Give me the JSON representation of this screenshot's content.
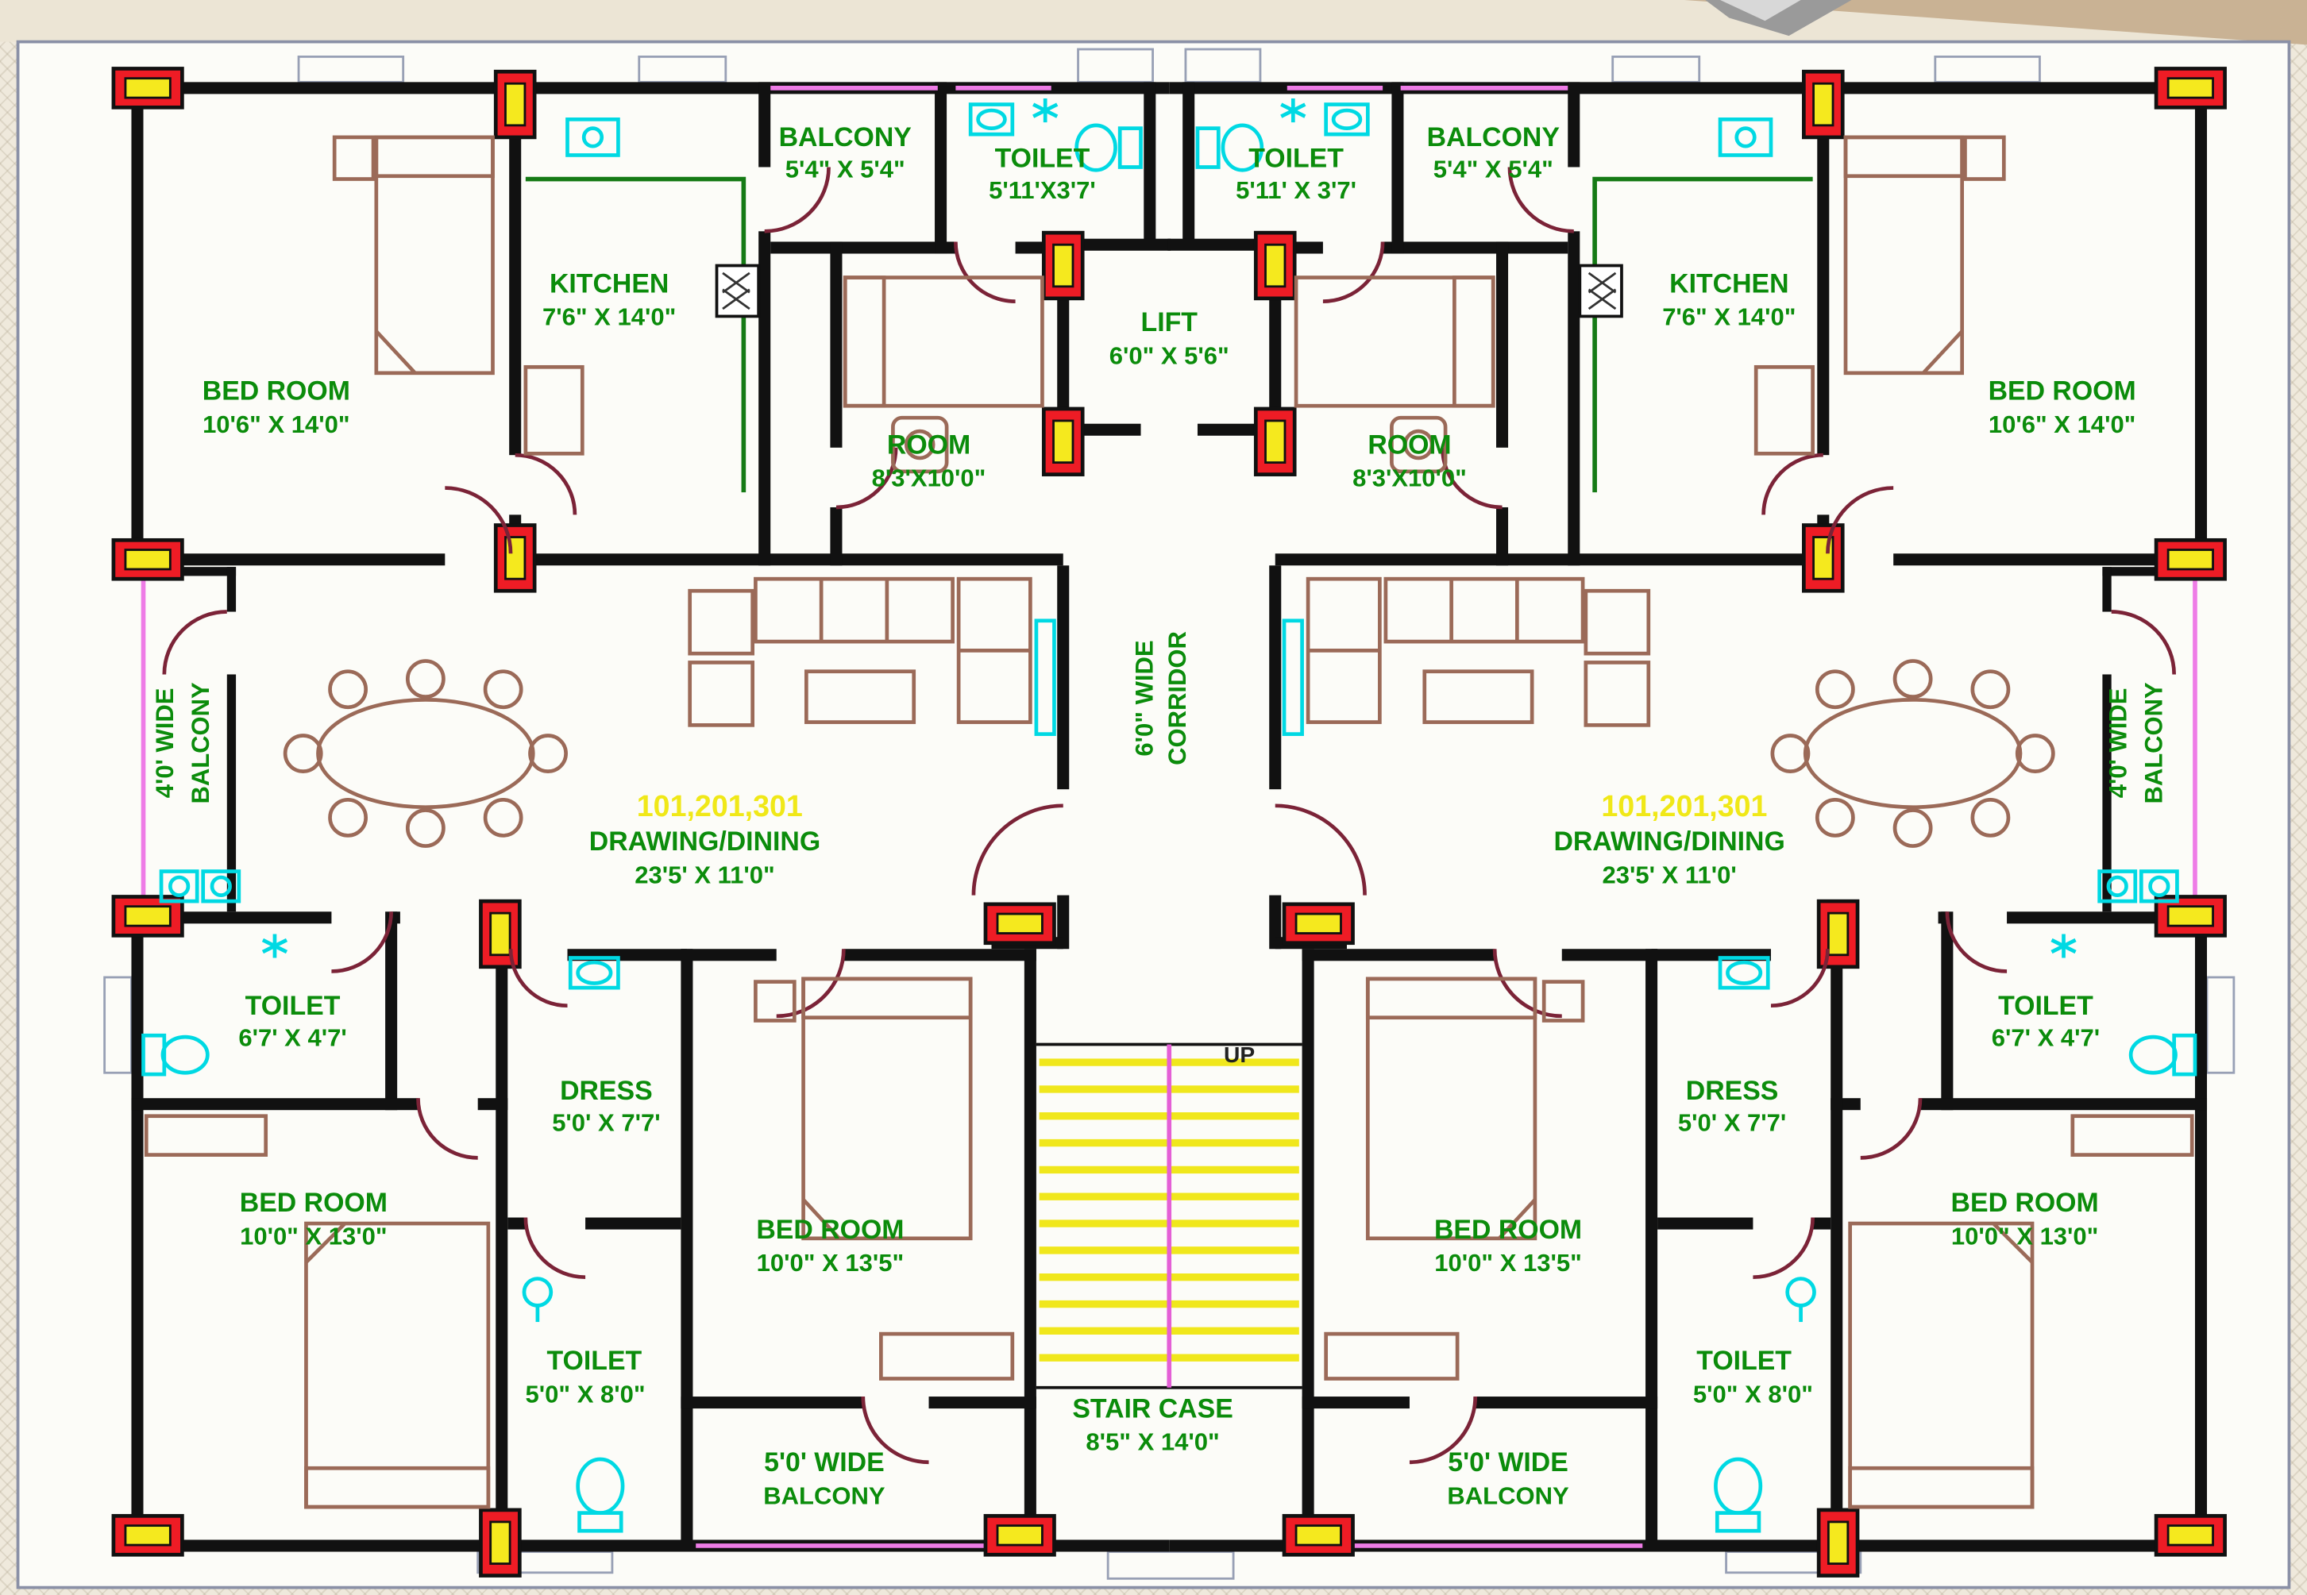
{
  "plan": {
    "units_label_left": "101,201,301",
    "units_label_right": "101,201,301",
    "rooms": {
      "bedroom_top_left": {
        "name": "BED ROOM",
        "size": "10'6\" X 14'0\""
      },
      "bedroom_top_right": {
        "name": "BED ROOM",
        "size": "10'6\" X 14'0\""
      },
      "kitchen_left": {
        "name": "KITCHEN",
        "size": "7'6\" X 14'0\""
      },
      "kitchen_right": {
        "name": "KITCHEN",
        "size": "7'6\" X 14'0\""
      },
      "balcony_top_left": {
        "name": "BALCONY",
        "size": "5'4\" X 5'4\""
      },
      "balcony_top_right": {
        "name": "BALCONY",
        "size": "5'4\" X 5'4\""
      },
      "toilet_top_left": {
        "name": "TOILET",
        "size": "5'11'X3'7'"
      },
      "toilet_top_right": {
        "name": "TOILET",
        "size": "5'11' X 3'7'"
      },
      "lift": {
        "name": "LIFT",
        "size": "6'0\" X 5'6\""
      },
      "room_left": {
        "name": "ROOM",
        "size": "8'3'X10'0\""
      },
      "room_right": {
        "name": "ROOM",
        "size": "8'3'X10'0\""
      },
      "corridor": {
        "line1": "6'0\" WIDE",
        "line2": "CORRIDOR"
      },
      "balcony_side_left": {
        "line1": "4'0' WIDE",
        "line2": "BALCONY"
      },
      "balcony_side_right": {
        "line1": "4'0' WIDE",
        "line2": "BALCONY"
      },
      "drawing_dining_left": {
        "name": "DRAWING/DINING",
        "size": "23'5' X 11'0\""
      },
      "drawing_dining_right": {
        "name": "DRAWING/DINING",
        "size": "23'5' X 11'0'"
      },
      "toilet_mid_left": {
        "name": "TOILET",
        "size": "6'7' X 4'7'"
      },
      "toilet_mid_right": {
        "name": "TOILET",
        "size": "6'7' X 4'7'"
      },
      "dress_left": {
        "name": "DRESS",
        "size": "5'0' X 7'7'"
      },
      "dress_right": {
        "name": "DRESS",
        "size": "5'0' X 7'7'"
      },
      "bedroom_bottom_left": {
        "name": "BED ROOM",
        "size": "10'0\" X 13'0\""
      },
      "bedroom_bottom_right": {
        "name": "BED ROOM",
        "size": "10'0\" X 13'0\""
      },
      "bedroom_mid_left": {
        "name": "BED ROOM",
        "size": "10'0\" X 13'5\""
      },
      "bedroom_mid_right": {
        "name": "BED ROOM",
        "size": "10'0\" X 13'5\""
      },
      "toilet_bottom_left": {
        "name": "TOILET",
        "size": "5'0\" X 8'0\""
      },
      "toilet_bottom_right": {
        "name": "TOILET",
        "size": "5'0\" X 8'0\""
      },
      "staircase": {
        "name": "STAIR CASE",
        "size": "8'5\" X 14'0\""
      },
      "balcony_bottom_left": {
        "line1": "5'0' WIDE",
        "line2": "BALCONY"
      },
      "balcony_bottom_right": {
        "line1": "5'0' WIDE",
        "line2": "BALCONY"
      },
      "up": "UP"
    },
    "colors": {
      "wall": "#111111",
      "column_red": "#ee1c25",
      "column_yellow": "#f5e91e",
      "label_green": "#0b8c0b",
      "unit_number_yellow": "#f0e818",
      "fixtures_cyan": "#00d9e3",
      "furniture_brown": "#9b6a58",
      "door_swing_maroon": "#7b2337",
      "balcony_pink": "#ee7ce6",
      "stair_tread_yellow": "#f0e71c",
      "kitchen_counter_green": "#157a15",
      "sheet_background": "#fcfcf8",
      "page_background": "#efe9dc"
    }
  }
}
